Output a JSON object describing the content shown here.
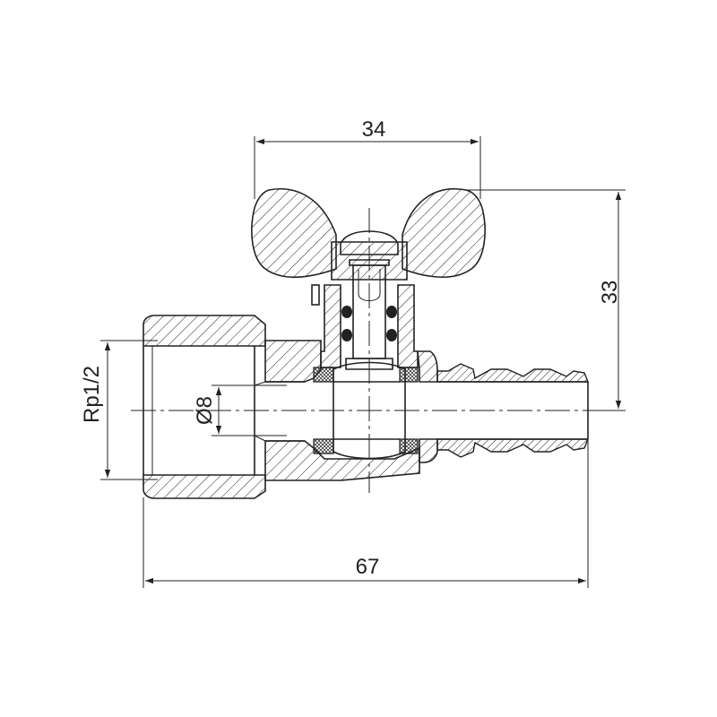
{
  "drawing": {
    "dimensions": {
      "handle_width": "34",
      "height": "33",
      "total_length": "67",
      "thread": "Rp1/2",
      "bore": "Ø8"
    },
    "colors": {
      "line": "#222222",
      "background": "#ffffff"
    }
  }
}
